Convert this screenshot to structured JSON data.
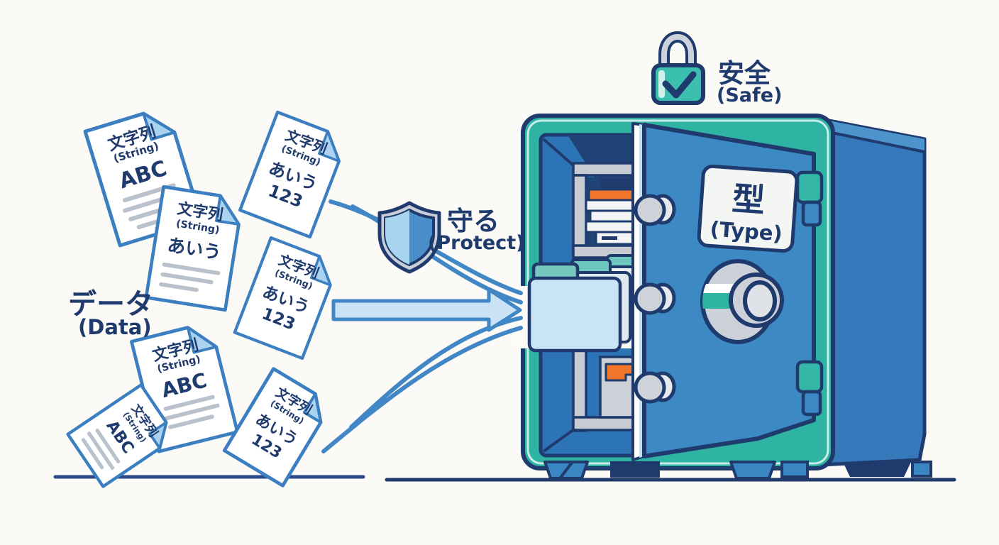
{
  "scene": {
    "background": "#fbfaf7",
    "colors": {
      "outline_navy": "#1f3a6d",
      "doc_border_blue": "#3c7fc1",
      "fold_light_blue": "#a9d3ee",
      "arrow_fill": "#c9e2f6",
      "arrow_border": "#4187c6",
      "safe_teal": "#2fb3a3",
      "safe_side_blue": "#3579ba",
      "door_blue": "#3d89c4",
      "interior_blue": "#2d74b6",
      "accent_orange": "#f2762a",
      "metal_gray": "#c7ccd3"
    },
    "data_label": {
      "jp": "データ",
      "en": "(Data)"
    },
    "protect_label": {
      "jp": "守る",
      "en": "(Protect)"
    },
    "safe_label": {
      "jp": "安全",
      "en": "(Safe)"
    },
    "type_label": {
      "jp": "型",
      "en": "(Type)"
    },
    "documents": [
      {
        "title": "文字列",
        "subtitle": "(String)",
        "line1": "ABC",
        "line2": ""
      },
      {
        "title": "文字列",
        "subtitle": "(String)",
        "line1": "あいう",
        "line2": "123"
      },
      {
        "title": "文字列",
        "subtitle": "(String)",
        "line1": "あいう",
        "line2": ""
      },
      {
        "title": "文字列",
        "subtitle": "(String)",
        "line1": "あいう",
        "line2": "123"
      },
      {
        "title": "文字列",
        "subtitle": "(String)",
        "line1": "ABC",
        "line2": ""
      },
      {
        "title": "文字列",
        "subtitle": "(String)",
        "line1": "ABC",
        "line2": ""
      },
      {
        "title": "文字列",
        "subtitle": "(String)",
        "line1": "あいう",
        "line2": "123"
      }
    ]
  }
}
